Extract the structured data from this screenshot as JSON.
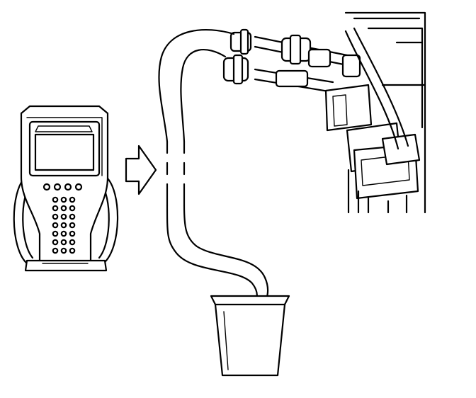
{
  "diagram": {
    "components": [
      {
        "id": "scan-tool",
        "icon": "handheld-scan-tool-icon"
      },
      {
        "id": "direction-arrow",
        "icon": "right-arrow-icon"
      },
      {
        "id": "fuel-rail-test-port",
        "icon": "fuel-rail-connector-icon"
      },
      {
        "id": "drain-hose",
        "icon": "hose-icon"
      },
      {
        "id": "container",
        "icon": "container-cup-icon"
      }
    ]
  }
}
